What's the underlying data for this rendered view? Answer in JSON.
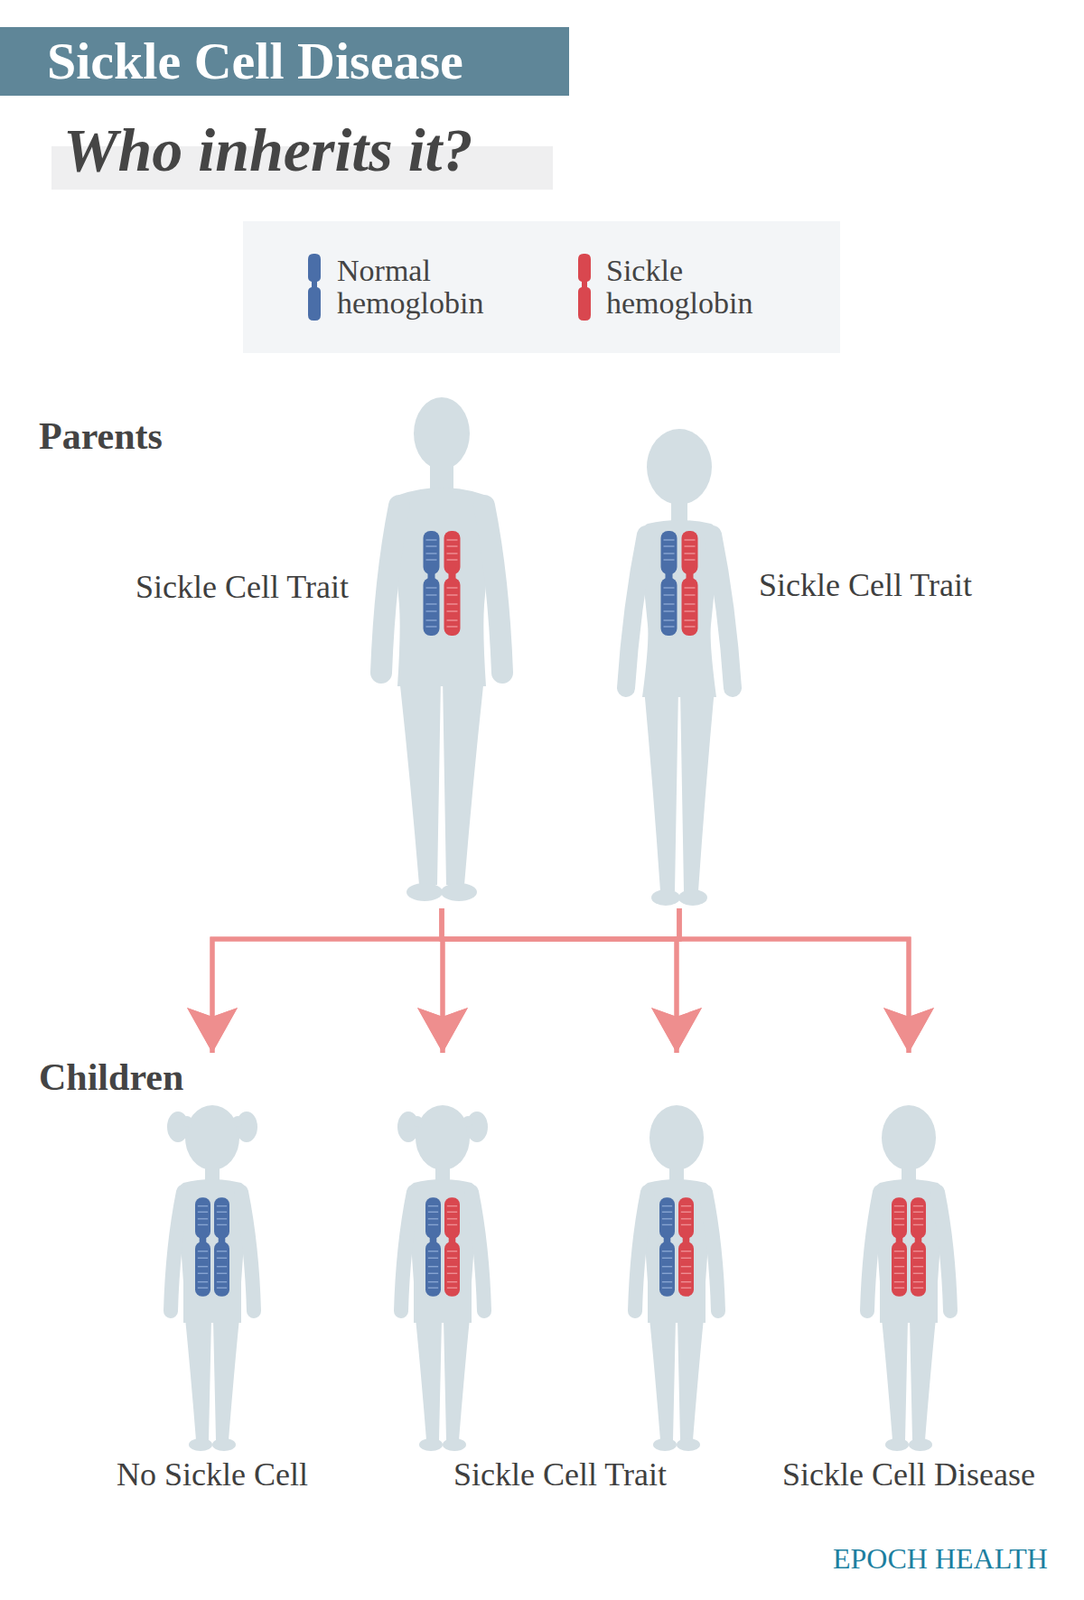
{
  "diagram": {
    "title": "Sickle Cell Disease",
    "caption": "Who inherits it?",
    "nodes": [
      {
        "text": [
          "Sickle Cell Trait"
        ]
      },
      {
        "text": [
          "Sickle Cell Trait"
        ]
      },
      {
        "text": [
          "No Sickle Cell"
        ]
      },
      {
        "text": [
          "Sickle Cell Trait"
        ]
      },
      {
        "text": [
          "Sickle Cell Disease"
        ]
      }
    ],
    "edges": [
      {
        "from": 0,
        "to": 2,
        "arrow": "to"
      },
      {
        "from": 0,
        "to": 3,
        "arrow": "to"
      },
      {
        "from": 0,
        "to": 4,
        "arrow": "to"
      },
      {
        "from": 1,
        "to": 2,
        "arrow": "to"
      },
      {
        "from": 1,
        "to": 3,
        "arrow": "to"
      },
      {
        "from": 1,
        "to": 4,
        "arrow": "to"
      }
    ],
    "labels": [
      "Parents",
      "Children",
      "EPOCH HEALTH"
    ],
    "legend": [
      {
        "text": "Normal hemoglobin",
        "color": "#4a6ea8"
      },
      {
        "text": "Sickle hemoglobin",
        "color": "#d9474f"
      }
    ]
  }
}
